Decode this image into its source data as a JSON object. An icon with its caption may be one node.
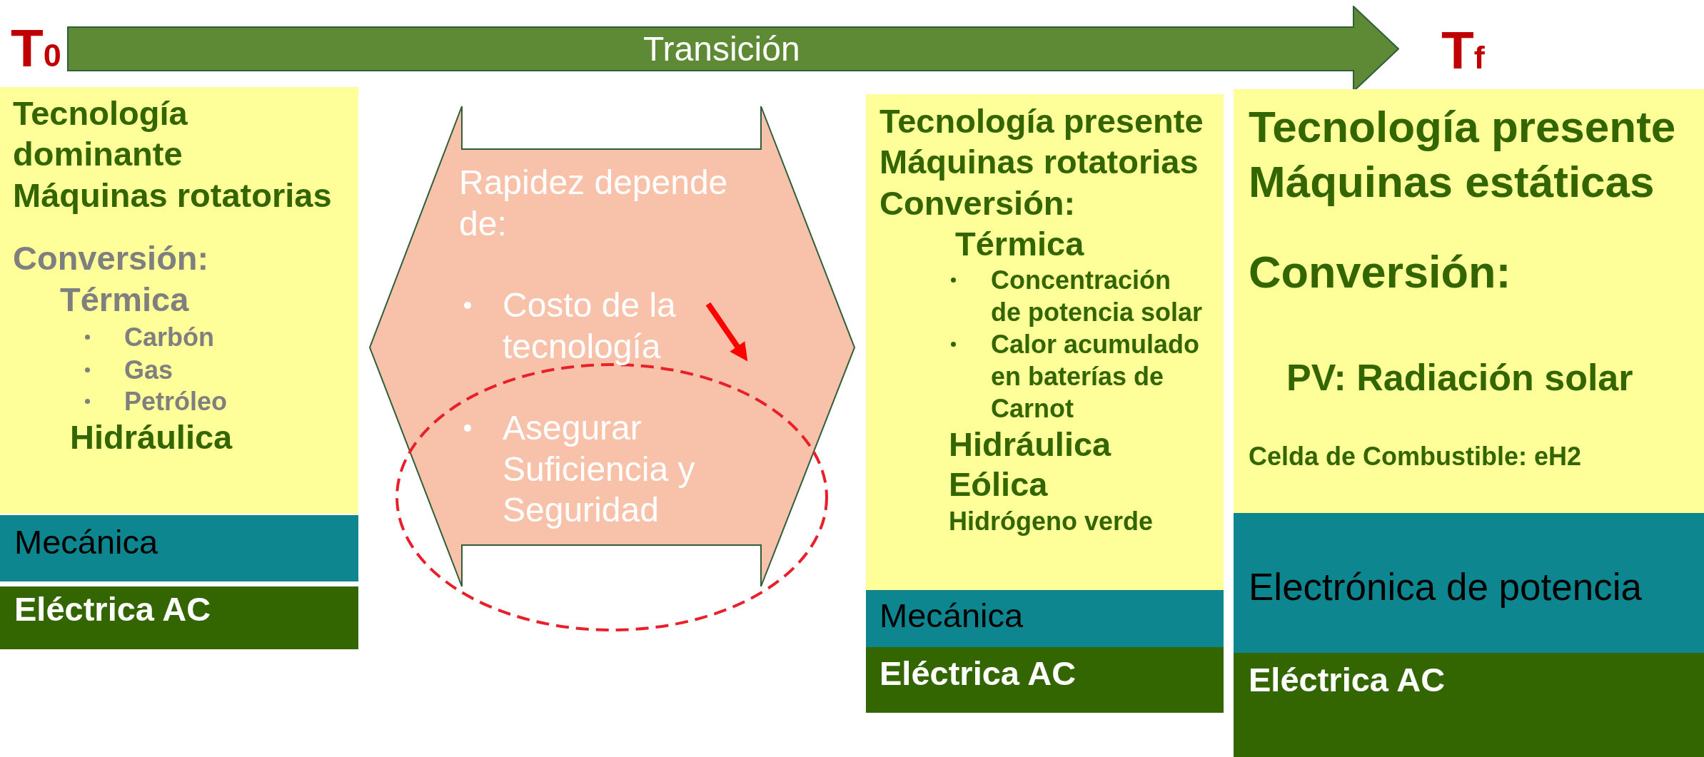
{
  "diagram": {
    "nodes": [
      {
        "text": [
          "Transición"
        ]
      },
      {
        "text": [
          "Tecnología dominante",
          "Máquinas rotatorias",
          "Conversión:",
          "Térmica",
          "Carbón",
          "Gas",
          "Petróleo",
          "Hidráulica"
        ]
      },
      {
        "text": [
          "Mecánica"
        ]
      },
      {
        "text": [
          "Eléctrica AC"
        ]
      },
      {
        "text": [
          "Rapidez depende de:",
          "Costo de la tecnología",
          "Asegurar Suficiencia y Seguridad"
        ]
      },
      {
        "text": [
          "Tecnología presente",
          "Máquinas rotatorias",
          "Conversión:",
          "Térmica",
          "Concentración de potencia solar",
          "Calor acumulado en baterías de Carnot",
          "Hidráulica",
          "Eólica",
          "Hidrógeno verde"
        ]
      },
      {
        "text": [
          "Mecánica"
        ]
      },
      {
        "text": [
          "Eléctrica AC"
        ]
      },
      {
        "text": [
          "Tecnología presente",
          "Máquinas estáticas",
          "Conversión:",
          "PV: Radiación solar",
          "Celda de Combustible: eH2"
        ]
      },
      {
        "text": [
          "Electrónica de potencia"
        ]
      },
      {
        "text": [
          "Eléctrica AC"
        ]
      }
    ],
    "labels": [
      "T$_{0}$",
      "T$_{f}$"
    ]
  }
}
